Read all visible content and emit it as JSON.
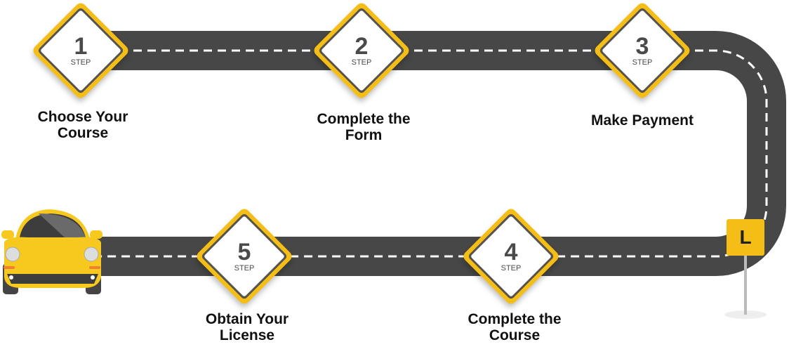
{
  "steps": [
    {
      "number": "1",
      "step": "STEP",
      "label": "Choose Your Course"
    },
    {
      "number": "2",
      "step": "STEP",
      "label": "Complete the Form"
    },
    {
      "number": "3",
      "step": "STEP",
      "label": "Make Payment"
    },
    {
      "number": "4",
      "step": "STEP",
      "label": "Complete the Course"
    },
    {
      "number": "5",
      "step": "STEP",
      "label": "Obtain Your License"
    }
  ],
  "sign": "L",
  "colors": {
    "road": "#474747",
    "accent": "#F5BE17"
  }
}
